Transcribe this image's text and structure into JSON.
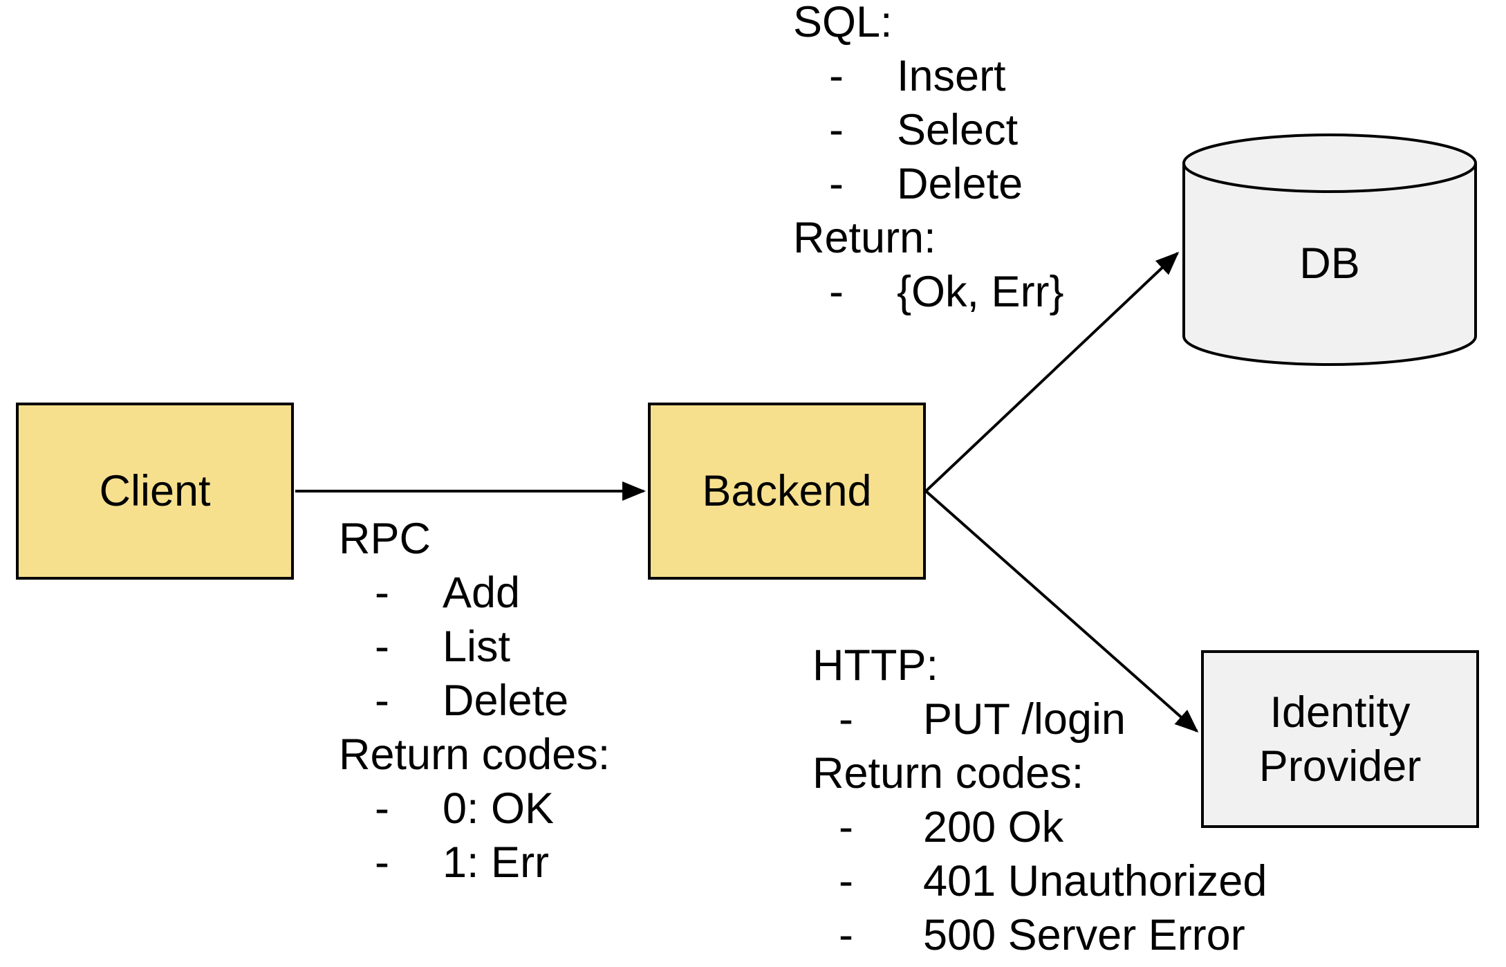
{
  "glyphs": {
    "bullet_dash": "-"
  },
  "colors": {
    "node_yellow": "#f6e08e",
    "node_gray": "#f1f1f1",
    "stroke": "#000000",
    "background": "#ffffff"
  },
  "nodes": {
    "client": {
      "label": "Client",
      "shape": "rectangle",
      "fill": "#f6e08e"
    },
    "backend": {
      "label": "Backend",
      "shape": "rectangle",
      "fill": "#f6e08e"
    },
    "db": {
      "label": "DB",
      "shape": "cylinder",
      "fill": "#f1f1f1"
    },
    "identity_provider": {
      "line1": "Identity",
      "line2": "Provider",
      "shape": "rectangle",
      "fill": "#f1f1f1"
    }
  },
  "edges": [
    {
      "from": "Client",
      "to": "Backend"
    },
    {
      "from": "Backend",
      "to": "DB"
    },
    {
      "from": "Backend",
      "to": "Identity Provider"
    }
  ],
  "rpc_annotation": {
    "title": "RPC",
    "items": [
      "Add",
      "List",
      "Delete"
    ],
    "return_title": "Return codes:",
    "return_items": [
      "0: OK",
      "1: Err"
    ]
  },
  "sql_annotation": {
    "title": "SQL:",
    "items": [
      "Insert",
      "Select",
      "Delete"
    ],
    "return_title": "Return:",
    "return_items": [
      "{Ok, Err}"
    ]
  },
  "http_annotation": {
    "title": "HTTP:",
    "items": [
      "PUT /login"
    ],
    "return_title": "Return codes:",
    "return_items": [
      "200 Ok",
      "401 Unauthorized",
      "500 Server Error"
    ]
  }
}
